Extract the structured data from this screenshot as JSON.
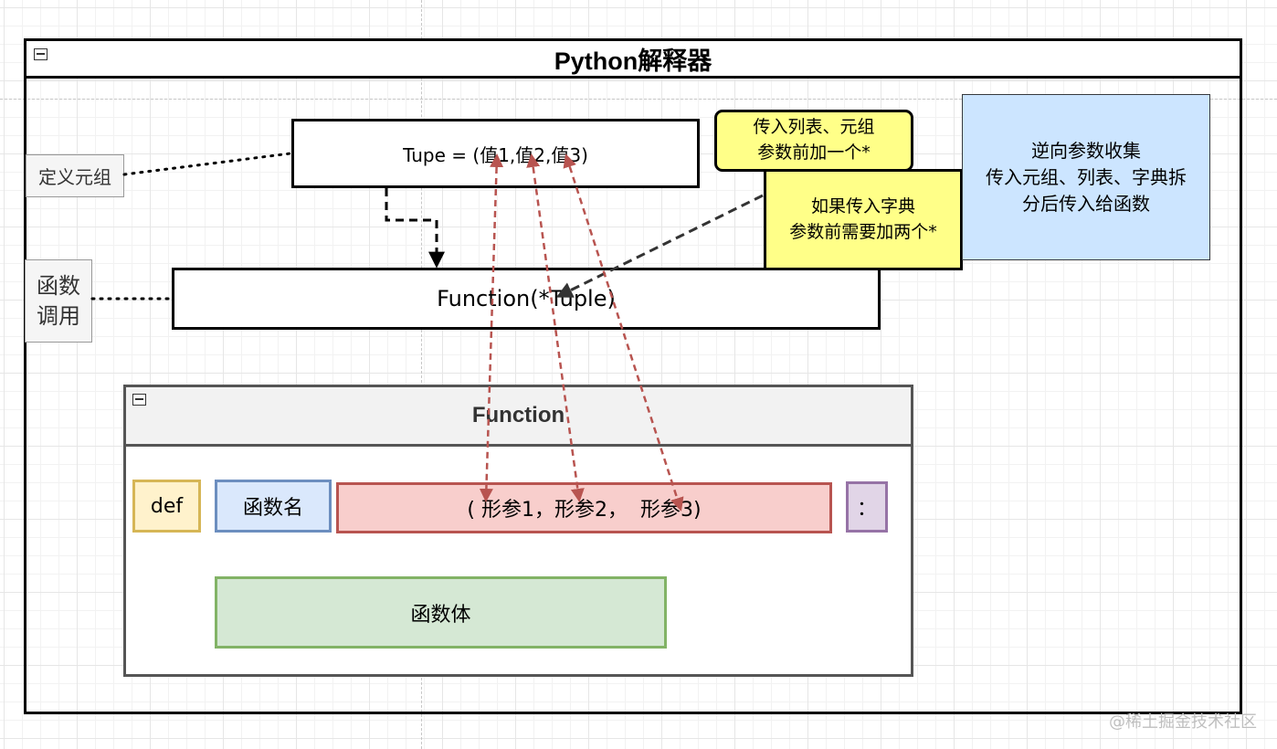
{
  "outer_container": {
    "title": "Python解释器"
  },
  "tuple_definition": {
    "text": "Tupe = (值1,值2,值3)"
  },
  "function_call": {
    "text": "Function(*Tuple)"
  },
  "side_labels": {
    "define_tuple": "定义元组",
    "function_call": "函数调用"
  },
  "notes": {
    "list_tuple_note": "传入列表、元组\n参数前加一个*",
    "dict_note": "如果传入字典\n参数前需要加两个*",
    "reverse_collect_note": "逆向参数收集\n传入元组、列表、字典拆\n分后传入给函数"
  },
  "function_container": {
    "title": "Function",
    "def_keyword": "def",
    "function_name": "函数名",
    "parameters": "( 形参1，形参2，  形参3)",
    "colon": "：",
    "body": "函数体"
  },
  "watermark": "@稀土掘金技术社区",
  "colors": {
    "grid": "#e6e6e6",
    "note_yellow": "#ffff88",
    "note_blue": "#cce5ff",
    "def_fill": "#fff2cc",
    "name_fill": "#dae8fc",
    "params_fill": "#f8cecc",
    "colon_fill": "#e1d5e7",
    "body_fill": "#d5e8d4",
    "arrow_red": "#b85450"
  }
}
